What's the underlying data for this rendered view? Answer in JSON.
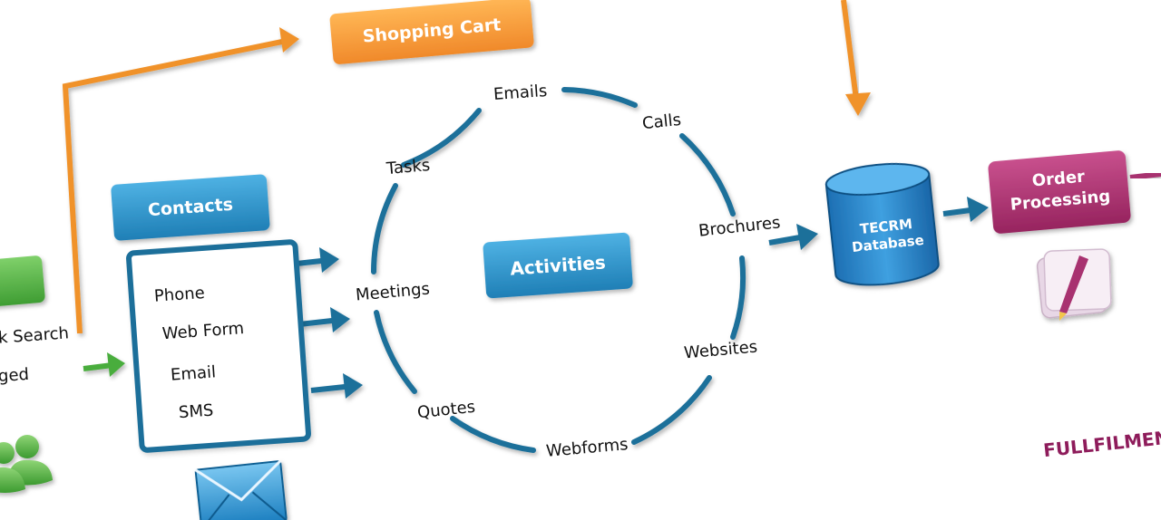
{
  "colors": {
    "blue": "#1c6f9a",
    "badge_blue": "#2a8fc4",
    "orange": "#f0922a",
    "green": "#49ad3d",
    "magenta": "#a8336f",
    "fulfilment": "#8e1c5b"
  },
  "left": {
    "partial_line_1": "k Search",
    "partial_line_2": "ged"
  },
  "shopping_cart": {
    "label": "Shopping Cart"
  },
  "contacts": {
    "label": "Contacts",
    "items": [
      "Phone",
      "Web Form",
      "Email",
      "SMS"
    ]
  },
  "activities": {
    "label": "Activities",
    "cycle": [
      "Emails",
      "Calls",
      "Brochures",
      "Websites",
      "Webforms",
      "Quotes",
      "Meetings",
      "Tasks"
    ]
  },
  "database": {
    "line1": "TECRM",
    "line2": "Database"
  },
  "order_processing": {
    "line1": "Order",
    "line2": "Processing"
  },
  "fulfilment_label": "FULLFILMEN",
  "icons": [
    "people-icon",
    "envelope-icon",
    "document-pen-icon"
  ]
}
